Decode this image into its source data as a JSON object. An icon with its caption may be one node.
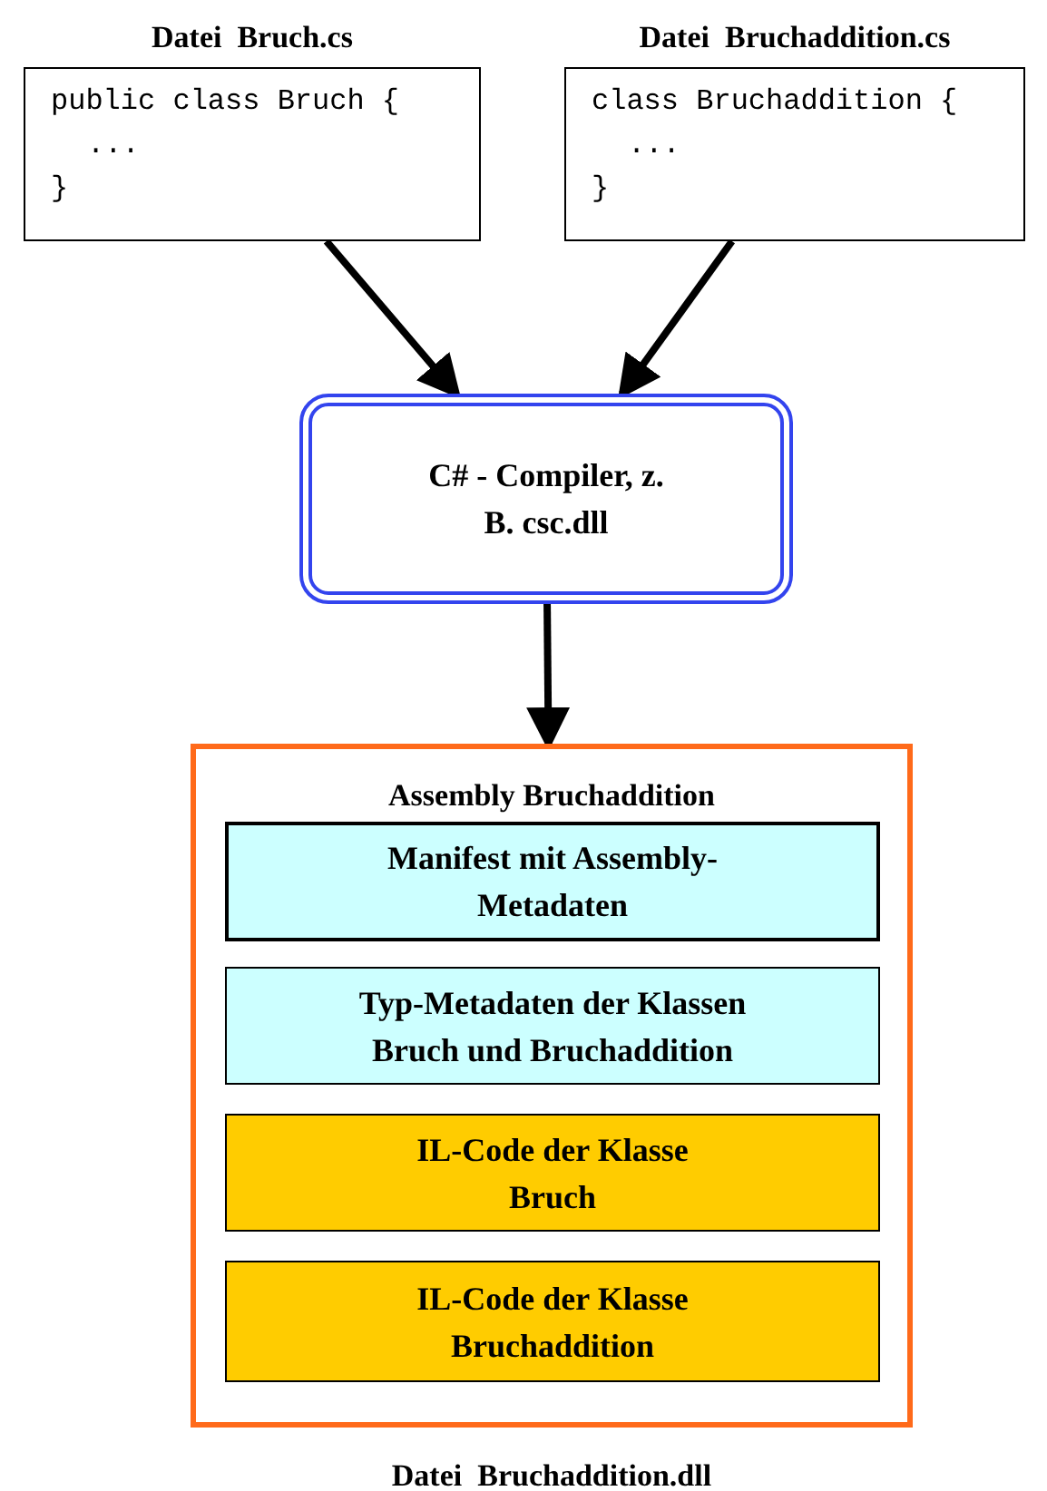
{
  "diagram": {
    "nodes": [
      {
        "text": [
          "Datei  Bruch.cs",
          "public class Bruch {",
          "...",
          "}"
        ]
      },
      {
        "text": [
          "Datei  Bruchaddition.cs",
          "class Bruchaddition {",
          "...",
          "}"
        ]
      },
      {
        "text": [
          "C# - Compiler, z. B. csc.dll"
        ]
      },
      {
        "text": [
          "Assembly Bruchaddition"
        ],
        "beside": [
          "Datei  Bruchaddition.dll"
        ]
      },
      {
        "text": [
          "Manifest mit Assembly-Metadaten"
        ],
        "in": 3
      },
      {
        "text": [
          "Typ-Metadaten der Klassen Bruch und Bruchaddition"
        ],
        "in": 3
      },
      {
        "text": [
          "IL-Code der Klasse Bruch"
        ],
        "in": 3
      },
      {
        "text": [
          "IL-Code der Klasse Bruchaddition"
        ],
        "in": 3
      }
    ],
    "edges": [
      {
        "from": 0,
        "to": 2,
        "arrow": "to"
      },
      {
        "from": 1,
        "to": 2,
        "arrow": "to"
      },
      {
        "from": 2,
        "to": 3,
        "arrow": "to"
      }
    ]
  }
}
